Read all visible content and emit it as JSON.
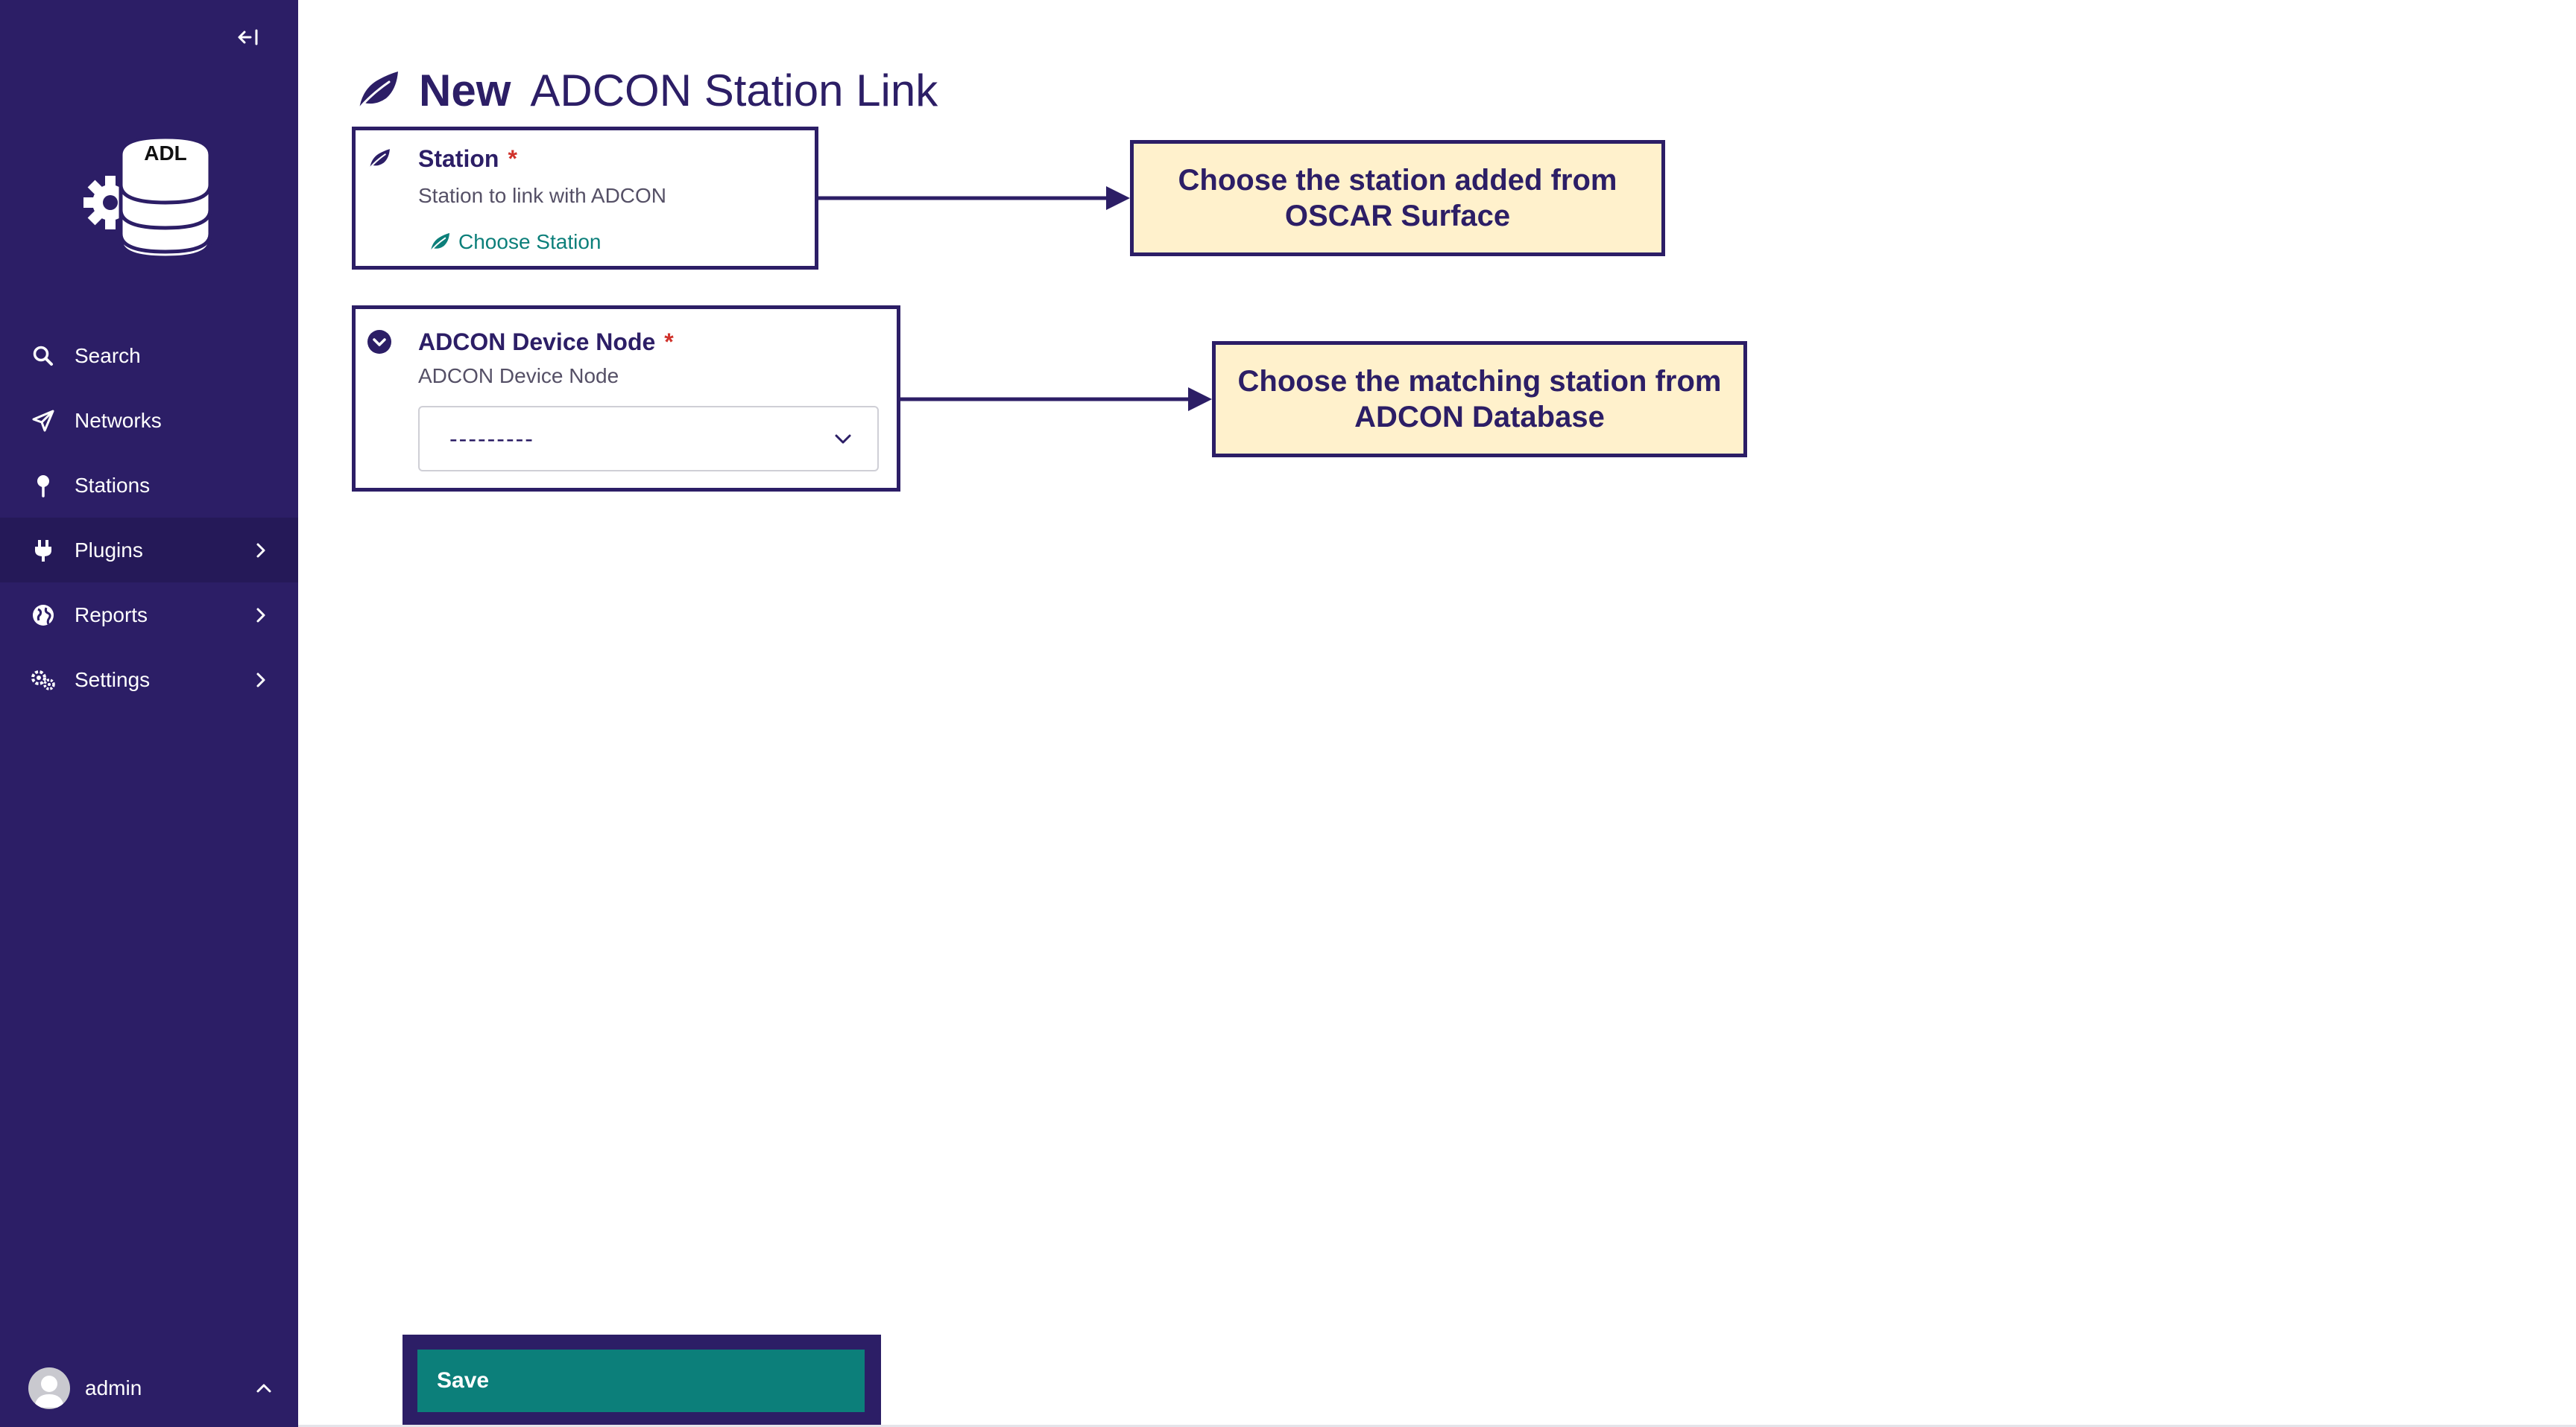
{
  "sidebar": {
    "logo_text": "ADL",
    "nav": [
      {
        "label": "Search",
        "icon": "search-icon",
        "has_children": false
      },
      {
        "label": "Networks",
        "icon": "send-icon",
        "has_children": false
      },
      {
        "label": "Stations",
        "icon": "map-pin-icon",
        "has_children": false
      },
      {
        "label": "Plugins",
        "icon": "plug-icon",
        "has_children": true,
        "active": true
      },
      {
        "label": "Reports",
        "icon": "globe-icon",
        "has_children": true
      },
      {
        "label": "Settings",
        "icon": "cogs-icon",
        "has_children": true
      }
    ],
    "user": {
      "name": "admin"
    }
  },
  "page": {
    "title_bold": "New",
    "title_rest": "ADCON Station Link"
  },
  "form": {
    "station": {
      "label": "Station",
      "required_mark": "*",
      "help": "Station to link with ADCON",
      "choose_label": "Choose Station"
    },
    "adcon_node": {
      "label": "ADCON Device Node",
      "required_mark": "*",
      "help": "ADCON Device Node",
      "selected_value": "---------"
    },
    "save_label": "Save"
  },
  "callouts": {
    "station": "Choose the station added from OSCAR Surface",
    "adcon": "Choose the matching station from ADCON Database"
  },
  "colors": {
    "sidebar_bg": "#2c1e66",
    "accent": "#0c7f7a",
    "callout_bg": "#fff1cc",
    "required": "#d0322b"
  }
}
